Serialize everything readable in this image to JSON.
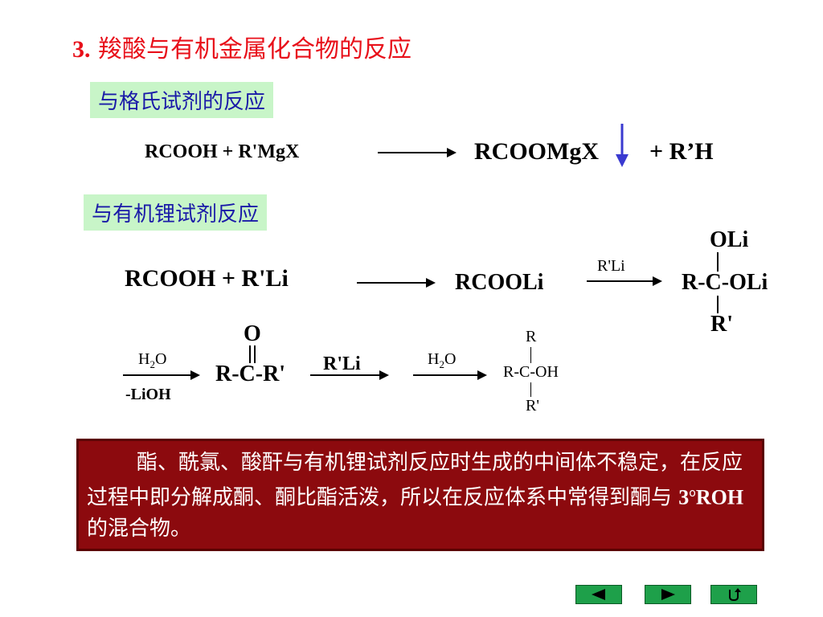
{
  "title": {
    "num": "3.",
    "text": "羧酸与有机金属化合物的反应"
  },
  "section1": {
    "tag": "与格氏试剂的反应",
    "reactants": "RCOOH  +  R'MgX",
    "product": "RCOOMgX",
    "byproduct": "+  R’H",
    "down_arrow_color": "#3a3ad0"
  },
  "section2": {
    "tag": "与有机锂试剂反应",
    "reactants": "RCOOH  +  R'Li",
    "intermediate": "RCOOLi",
    "reagent": "R'Li",
    "adduct": {
      "top": "OLi",
      "middle": "R-C-OLi",
      "bottom": "R'"
    },
    "step1": {
      "above_main": "H",
      "above_sub": "2",
      "above_tail": "O",
      "below": "-LiOH"
    },
    "ketone": {
      "top": "O",
      "middle": "R-C-R'"
    },
    "step2": {
      "label": "R'Li"
    },
    "step3": {
      "main": "H",
      "sub": "2",
      "tail": "O"
    },
    "alcohol": {
      "top": "R",
      "middle": "R-C-OH",
      "bottom": "R'"
    }
  },
  "note": {
    "text_main": "酯、酰氯、酸酐与有机锂试剂反应时生成的中间体不稳定，在反应过程中即分解成酮、酮比酯活泼，所以在反应体系中常得到酮与 ",
    "deg_num": "3",
    "deg_sup": "o",
    "roh": "ROH",
    "tail": "的混合物。"
  },
  "colors": {
    "title": "#e8101a",
    "tag_bg": "#c8f5c8",
    "tag_text": "#1a1aa8",
    "note_bg": "#8c0a0e",
    "nav": "#1ea04a"
  },
  "nav": [
    "prev-icon",
    "next-icon",
    "return-icon"
  ]
}
